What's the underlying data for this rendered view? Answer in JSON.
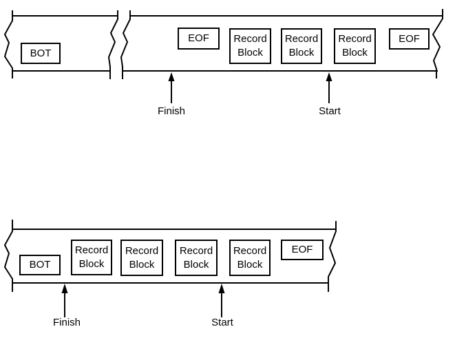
{
  "colors": {
    "line": "#000000",
    "background": "#ffffff"
  },
  "top_tape": {
    "left_segment": {
      "blocks": [
        {
          "label": "BOT"
        }
      ]
    },
    "right_segment": {
      "blocks": [
        {
          "label": "EOF"
        },
        {
          "label": "Record Block"
        },
        {
          "label": "Record Block"
        },
        {
          "label": "Record Block"
        },
        {
          "label": "EOF"
        }
      ]
    },
    "markers": {
      "finish": "Finish",
      "start": "Start"
    }
  },
  "bottom_tape": {
    "blocks": [
      {
        "label": "BOT"
      },
      {
        "label": "Record Block"
      },
      {
        "label": "Record Block"
      },
      {
        "label": "Record Block"
      },
      {
        "label": "Record Block"
      },
      {
        "label": "EOF"
      }
    ],
    "markers": {
      "finish": "Finish",
      "start": "Start"
    }
  }
}
